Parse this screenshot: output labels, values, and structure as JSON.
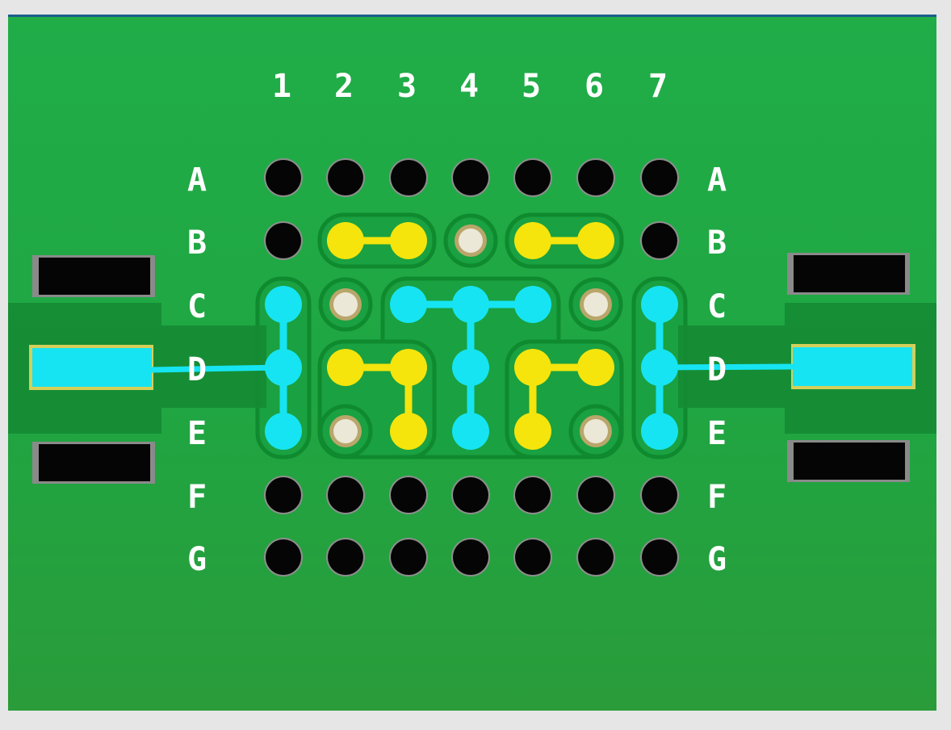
{
  "board": {
    "colors": {
      "board": "#1fa844",
      "board_edge": "#178a36",
      "pour_outline": "#0f8a2e",
      "label": "#ffffff",
      "hole": "#050505",
      "cyan_net": "#16e4f2",
      "yellow_net": "#f5e50c",
      "via_fill": "#ece8d8",
      "via_ring": "#b9a66a",
      "pad_black": "#050505",
      "pad_gray": "#8a8a8a"
    },
    "column_labels": [
      "1",
      "2",
      "3",
      "4",
      "5",
      "6",
      "7"
    ],
    "row_labels": [
      "A",
      "B",
      "C",
      "D",
      "E",
      "F",
      "G"
    ],
    "holes": [
      "A1",
      "A2",
      "A3",
      "A4",
      "A5",
      "A6",
      "A7",
      "B1",
      "B7",
      "F1",
      "F2",
      "F3",
      "F4",
      "F5",
      "F6",
      "F7",
      "G1",
      "G2",
      "G3",
      "G4",
      "G5",
      "G6",
      "G7"
    ],
    "vias": [
      "B4",
      "C2",
      "C6",
      "E2",
      "E6"
    ],
    "nets": [
      {
        "color": "cyan",
        "pads": [
          "C1",
          "D1",
          "E1"
        ],
        "traces": [
          [
            "C1",
            "E1"
          ]
        ]
      },
      {
        "color": "cyan",
        "pads": [
          "C3",
          "C4",
          "C5",
          "D4",
          "E4"
        ],
        "traces": [
          [
            "C3",
            "C5"
          ],
          [
            "C4",
            "E4"
          ]
        ]
      },
      {
        "color": "cyan",
        "pads": [
          "C7",
          "D7",
          "E7"
        ],
        "traces": [
          [
            "C7",
            "E7"
          ]
        ]
      },
      {
        "color": "yellow",
        "pads": [
          "B2",
          "B3"
        ],
        "traces": [
          [
            "B2",
            "B3"
          ]
        ]
      },
      {
        "color": "yellow",
        "pads": [
          "B5",
          "B6"
        ],
        "traces": [
          [
            "B5",
            "B6"
          ]
        ]
      },
      {
        "color": "yellow",
        "pads": [
          "D2",
          "D3",
          "E3"
        ],
        "traces": [
          [
            "D2",
            "D3"
          ],
          [
            "D3",
            "E3"
          ]
        ]
      },
      {
        "color": "yellow",
        "pads": [
          "D5",
          "D6",
          "E5"
        ],
        "traces": [
          [
            "D5",
            "D6"
          ],
          [
            "D5",
            "E5"
          ]
        ]
      }
    ],
    "edge_connections": [
      {
        "side": "left",
        "pad": "D1"
      },
      {
        "side": "right",
        "pad": "D7"
      }
    ]
  }
}
